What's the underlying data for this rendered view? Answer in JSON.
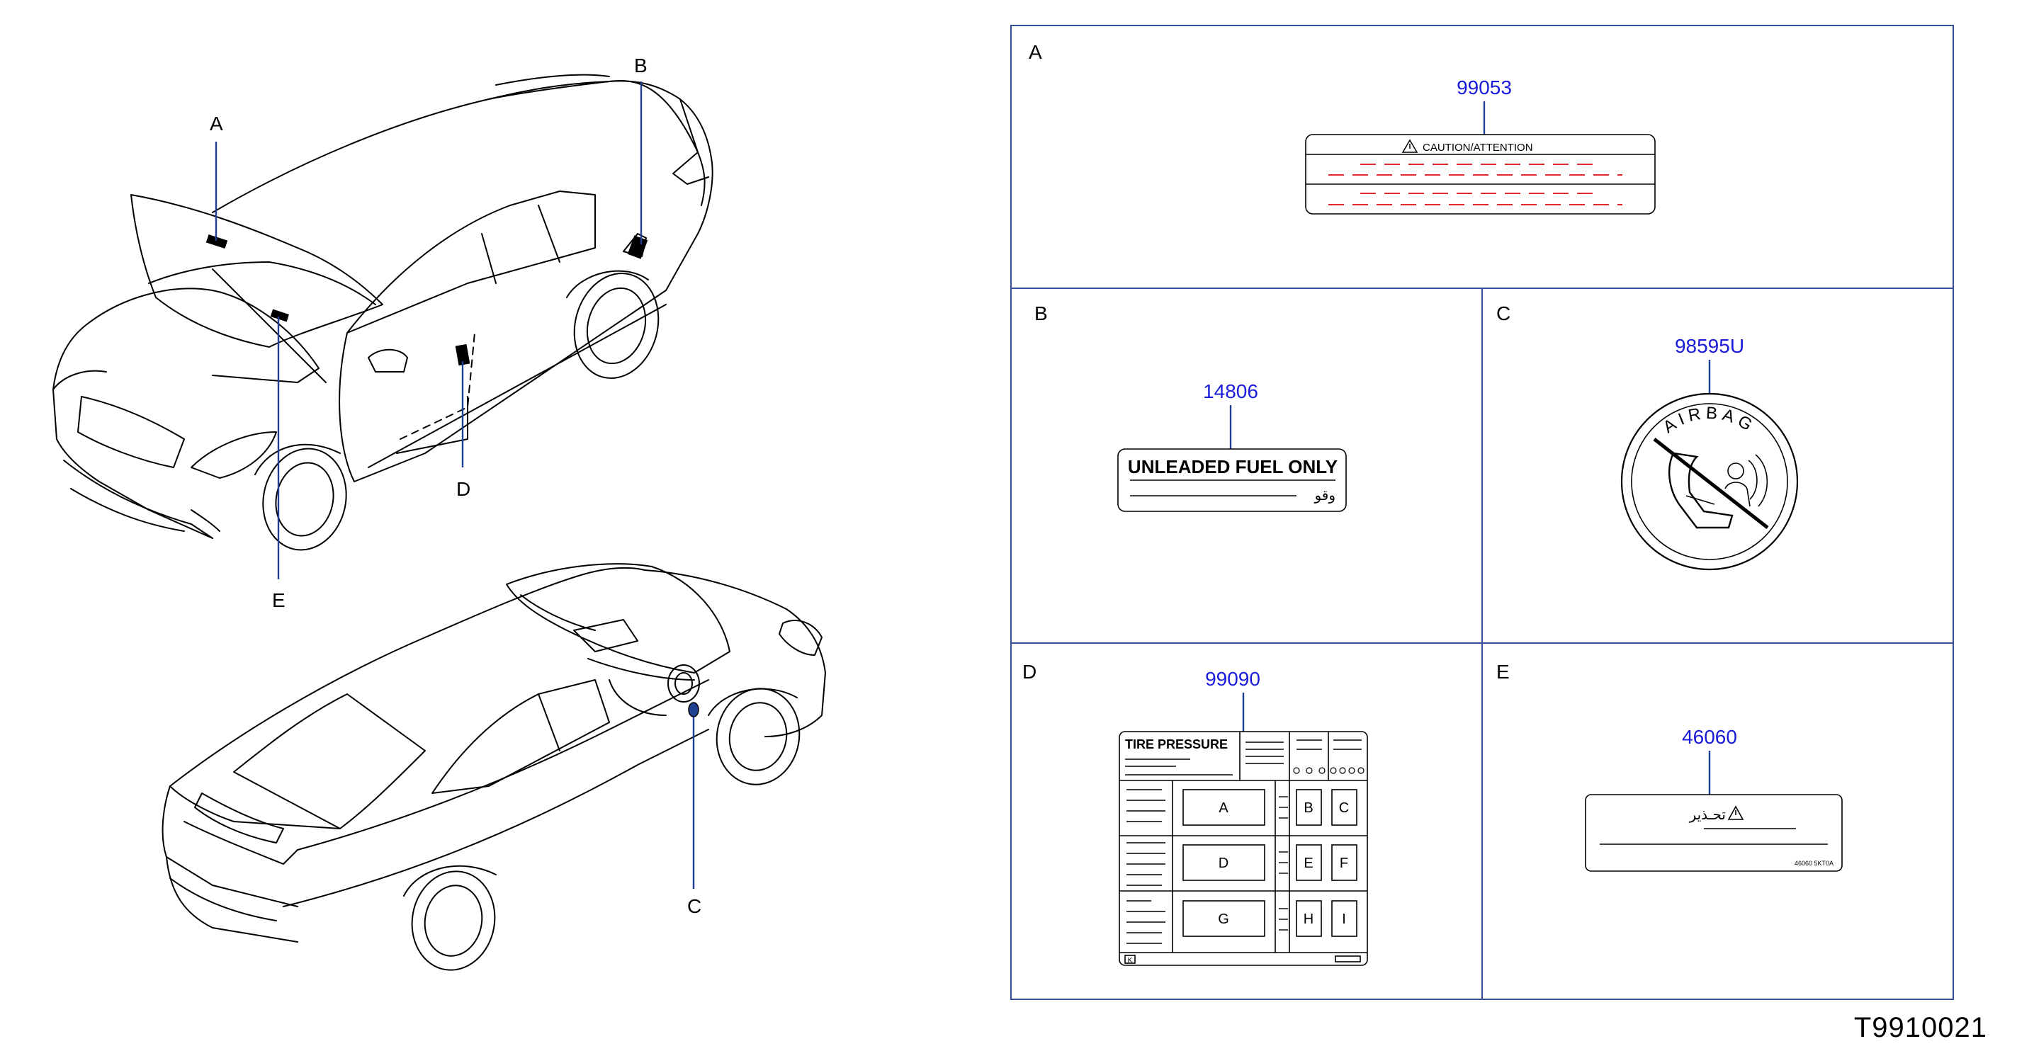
{
  "callouts": {
    "a": "A",
    "b": "B",
    "c": "C",
    "d": "D",
    "e": "E"
  },
  "panels": {
    "a": {
      "letter": "A",
      "part_number": "99053",
      "header": "CAUTION/ATTENTION"
    },
    "b": {
      "letter": "B",
      "part_number": "14806",
      "text": "UNLEADED FUEL ONLY",
      "arabic": "وقو"
    },
    "c": {
      "letter": "C",
      "part_number": "98595U",
      "ring_text": "AIRBAG"
    },
    "d": {
      "letter": "D",
      "part_number": "99090",
      "title": "TIRE PRESSURE",
      "cells": [
        "A",
        "B",
        "C",
        "D",
        "E",
        "F",
        "G",
        "H",
        "I"
      ],
      "corner": "K"
    },
    "e": {
      "letter": "E",
      "part_number": "46060",
      "arabic": "تحـذير",
      "code": "46060 5KT0A"
    }
  },
  "reference": "T9910021",
  "colors": {
    "part_number": "#1a1adb",
    "leader": "#1f3f8f",
    "red_lines": "#e2272d",
    "frame": "#3a4f9a"
  }
}
